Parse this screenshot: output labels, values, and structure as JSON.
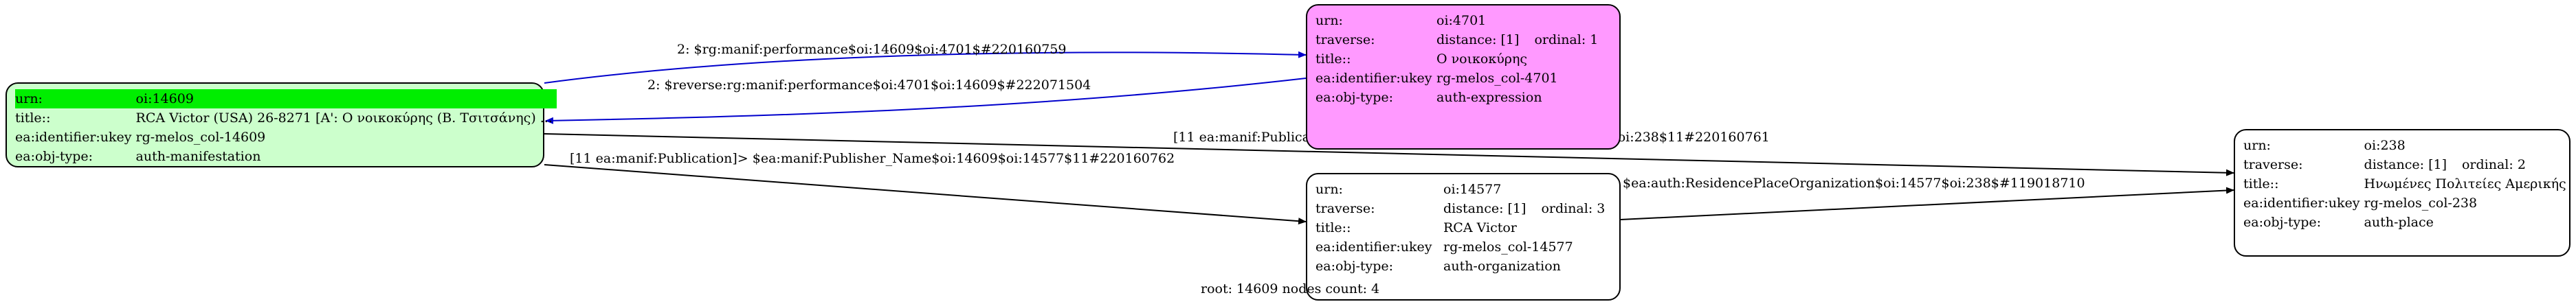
{
  "nodes": {
    "n14609": {
      "rows": [
        {
          "key": "urn:",
          "value": "oi:14609"
        },
        {
          "key": "title::",
          "value": "RCA Victor (USA) 26-8271 [Α': Ο νοικοκύρης (Β. Τσιτσάνης) ..."
        },
        {
          "key": "ea:identifier:ukey",
          "value": "rg-melos_col-14609"
        },
        {
          "key": "ea:obj-type:",
          "value": "auth-manifestation"
        }
      ],
      "fill": "#ccffcc",
      "highlight": "#00ee00"
    },
    "n4701": {
      "urn": {
        "key": "urn:",
        "value": "oi:4701"
      },
      "traverse": {
        "key": "traverse:",
        "distance": "distance: [1]",
        "ordinal": "ordinal: 1"
      },
      "rows": [
        {
          "key": "title::",
          "value": "Ο νοικοκύρης"
        },
        {
          "key": "ea:identifier:ukey",
          "value": "rg-melos_col-4701"
        },
        {
          "key": "ea:obj-type:",
          "value": "auth-expression"
        }
      ],
      "fill": "#ff99ff"
    },
    "n14577": {
      "urn": {
        "key": "urn:",
        "value": "oi:14577"
      },
      "traverse": {
        "key": "traverse:",
        "distance": "distance: [1]",
        "ordinal": "ordinal: 3"
      },
      "rows": [
        {
          "key": "title::",
          "value": "RCA Victor"
        },
        {
          "key": "ea:identifier:ukey",
          "value": "rg-melos_col-14577"
        },
        {
          "key": "ea:obj-type:",
          "value": "auth-organization"
        }
      ],
      "fill": "#ffffff"
    },
    "n238": {
      "urn": {
        "key": "urn:",
        "value": "oi:238"
      },
      "traverse": {
        "key": "traverse:",
        "distance": "distance: [1]",
        "ordinal": "ordinal: 2"
      },
      "rows": [
        {
          "key": "title::",
          "value": "Ηνωμένες Πολιτείες Αμερικής"
        },
        {
          "key": "ea:identifier:ukey",
          "value": "rg-melos_col-238"
        },
        {
          "key": "ea:obj-type:",
          "value": "auth-place"
        }
      ],
      "fill": "#ffffff"
    }
  },
  "edges": {
    "perf": "2: $rg:manif:performance$oi:14609$oi:4701$#220160759",
    "reverse": "2: $reverse:rg:manif:performance$oi:4701$oi:14609$#222071504",
    "place": "[11 ea:manif:Publication]> $ea:manif:Publication_Place$oi:14609$oi:238$11#220160761",
    "publisher": "[11 ea:manif:Publication]> $ea:manif:Publisher_Name$oi:14609$oi:14577$11#220160762",
    "residence": "$ea:auth:ResidencePlaceOrganization$oi:14577$oi:238$#119018710"
  },
  "colors": {
    "blue_edge": "#0000cc",
    "black_edge": "#000000"
  },
  "footer": "root: 14609 nodes count: 4"
}
